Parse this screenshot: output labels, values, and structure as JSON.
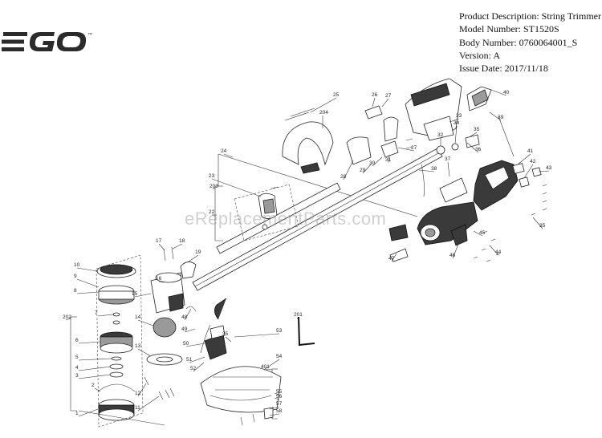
{
  "logo": {
    "text": "EGO",
    "trademark": "™"
  },
  "info": {
    "description": "Product Description: String Trimmer",
    "model": "Model Number: ST1520S",
    "body": "Body Number: 0760064001_S",
    "version": "Version: A",
    "issue_date": "Issue Date: 2017/11/18"
  },
  "watermark": "eReplacementParts.com",
  "callouts": [
    "1",
    "2",
    "3",
    "4",
    "5",
    "6",
    "7",
    "8",
    "9",
    "10",
    "11",
    "12",
    "13",
    "14",
    "15",
    "16",
    "17",
    "18",
    "19",
    "22",
    "23",
    "24",
    "25",
    "26",
    "27",
    "27",
    "28",
    "29",
    "30",
    "31",
    "32",
    "33",
    "34",
    "35",
    "35",
    "35",
    "36",
    "37",
    "38",
    "39",
    "40",
    "41",
    "42",
    "43",
    "44",
    "45",
    "46",
    "47",
    "48",
    "49",
    "50",
    "51",
    "52",
    "53",
    "54",
    "55",
    "56",
    "57",
    "58",
    "201",
    "202",
    "203",
    "204",
    "401"
  ]
}
